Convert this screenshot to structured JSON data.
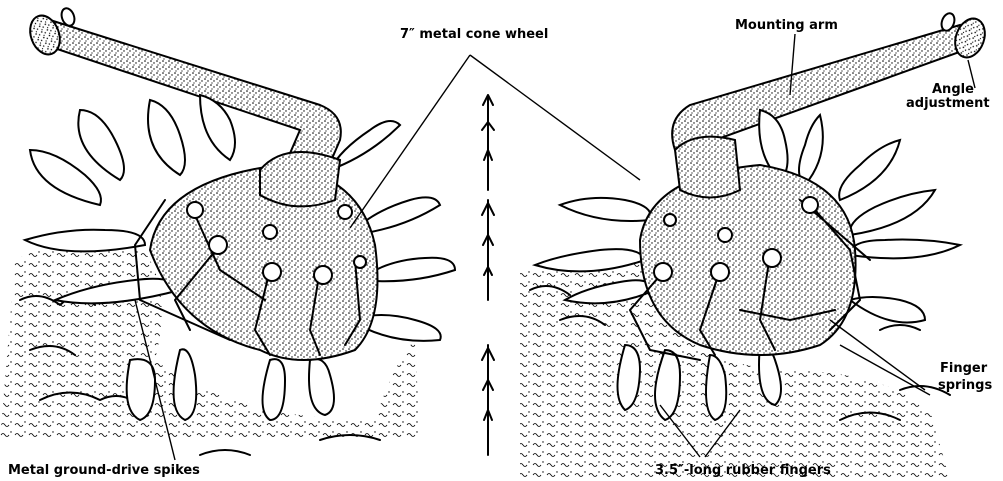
{
  "labels": {
    "cone_wheel": "7″ metal cone wheel",
    "mounting_arm": "Mounting arm",
    "angle_adjustment_1": "Angle",
    "angle_adjustment_2": "adjustment",
    "finger_springs_1": "Finger",
    "finger_springs_2": "springs",
    "ground_spikes": "Metal ground-drive spikes",
    "rubber_fingers": "3.5″-long rubber fingers"
  }
}
